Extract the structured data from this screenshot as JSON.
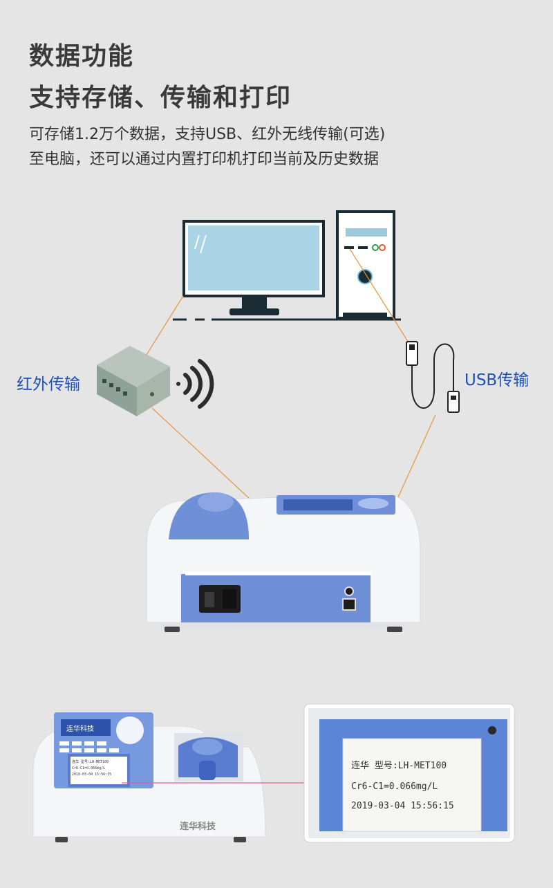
{
  "header": {
    "title_line1": "数据功能",
    "title_line2": "支持存储、传输和打印",
    "desc_line1": "可存储1.2万个数据，支持USB、红外无线传输(可选)",
    "desc_line2": "至电脑，还可以通过内置打印机打印当前及历史数据"
  },
  "labels": {
    "infrared": "红外传输",
    "usb": "USB传输"
  },
  "printout": {
    "line1": "连华  型号:LH-MET100",
    "line2": "Cr6-C1=0.066mg/L",
    "line3": "2019-03-04 15:56:15"
  },
  "device_small": {
    "brand": "连华科技",
    "screen_brand": "连华科技",
    "mini_line1": "连华 型号:LH-MET100",
    "mini_line2": "Cr6-C1=0.066mg/L",
    "mini_line3": "2019-03-04 15:56:15"
  },
  "colors": {
    "accent_blue": "#1f4fb8",
    "device_blue": "#5b7fd0",
    "cable_orange": "#e8953a",
    "printer_line": "#e0609a"
  }
}
